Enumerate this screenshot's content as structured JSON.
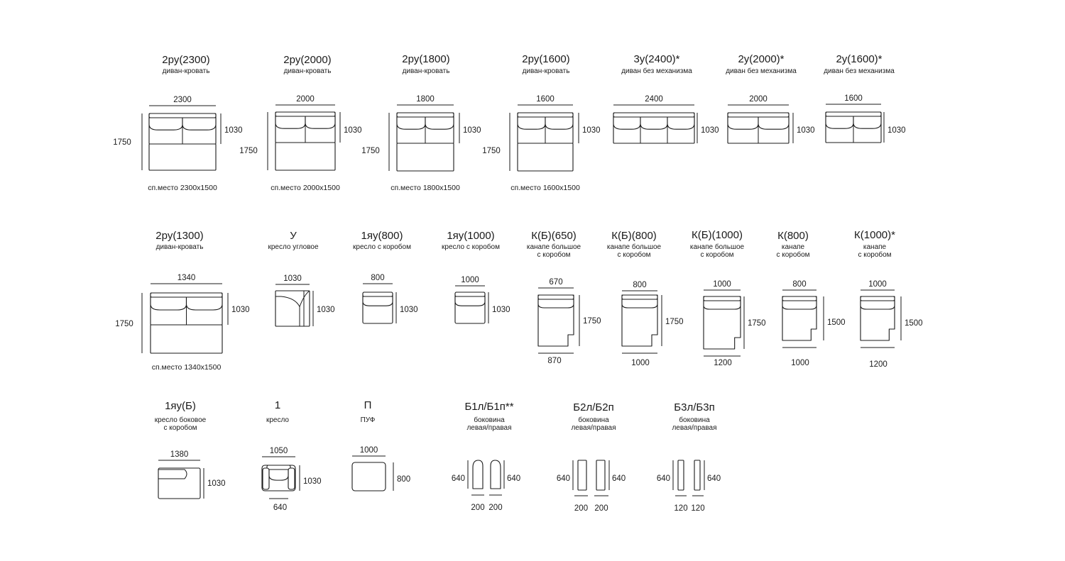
{
  "items": [
    {
      "id": "2ru-2300",
      "title": "2ру(2300)",
      "subtitle": [
        "диван-кровать"
      ],
      "shape": "sofa",
      "seats": 2,
      "bed": true,
      "w": "2300",
      "h": "1030",
      "total": "1750",
      "sleep": "сп.место 2300x1500"
    },
    {
      "id": "2ru-2000",
      "title": "2ру(2000)",
      "subtitle": [
        "диван-кровать"
      ],
      "shape": "sofa",
      "seats": 2,
      "bed": true,
      "w": "2000",
      "h": "1030",
      "total": "1750",
      "sleep": "сп.место 2000x1500"
    },
    {
      "id": "2ru-1800",
      "title": "2ру(1800)",
      "subtitle": [
        "диван-кровать"
      ],
      "shape": "sofa",
      "seats": 2,
      "bed": true,
      "w": "1800",
      "h": "1030",
      "total": "1750",
      "sleep": "сп.место 1800x1500"
    },
    {
      "id": "2ru-1600",
      "title": "2ру(1600)",
      "subtitle": [
        "диван-кровать"
      ],
      "shape": "sofa",
      "seats": 2,
      "bed": true,
      "w": "1600",
      "h": "1030",
      "total": "1750",
      "sleep": "сп.место 1600x1500"
    },
    {
      "id": "3u-2400",
      "title": "3у(2400)*",
      "subtitle": [
        "диван без механизма"
      ],
      "shape": "sofa",
      "seats": 3,
      "bed": false,
      "w": "2400",
      "h": "1030"
    },
    {
      "id": "2u-2000",
      "title": "2у(2000)*",
      "subtitle": [
        "диван без механизма"
      ],
      "shape": "sofa",
      "seats": 2,
      "bed": false,
      "w": "2000",
      "h": "1030"
    },
    {
      "id": "2u-1600",
      "title": "2у(1600)*",
      "subtitle": [
        "диван без механизма"
      ],
      "shape": "sofa",
      "seats": 2,
      "bed": false,
      "w": "1600",
      "h": "1030"
    },
    {
      "id": "2ru-1300",
      "title": "2ру(1300)",
      "subtitle": [
        "диван-кровать"
      ],
      "shape": "sofa",
      "seats": 2,
      "bed": true,
      "w": "1340",
      "h": "1030",
      "total": "1750",
      "sleep": "сп.место 1340x1500"
    },
    {
      "id": "u-corner",
      "title": "У",
      "subtitle": [
        "кресло угловое"
      ],
      "shape": "corner",
      "w": "1030",
      "h": "1030"
    },
    {
      "id": "1yau-800",
      "title": "1яу(800)",
      "subtitle": [
        "кресло с коробом"
      ],
      "shape": "module",
      "w": "800",
      "h": "1030"
    },
    {
      "id": "1yau-1000",
      "title": "1яу(1000)",
      "subtitle": [
        "кресло с коробом"
      ],
      "shape": "module",
      "w": "1000",
      "h": "1030"
    },
    {
      "id": "kb-650",
      "title": "К(Б)(650)",
      "subtitle": [
        "канапе большое",
        "с коробом"
      ],
      "shape": "chaise",
      "w": "670",
      "h": "1750",
      "w2": "870"
    },
    {
      "id": "kb-800",
      "title": "К(Б)(800)",
      "subtitle": [
        "канапе большое",
        "с коробом"
      ],
      "shape": "chaise",
      "w": "800",
      "h": "1750",
      "w2": "1000"
    },
    {
      "id": "kb-1000",
      "title": "К(Б)(1000)",
      "subtitle": [
        "канапе большое",
        "с коробом"
      ],
      "shape": "chaise",
      "w": "1000",
      "h": "1750",
      "w2": "1200"
    },
    {
      "id": "k-800",
      "title": "К(800)",
      "subtitle": [
        "канапе",
        "с коробом"
      ],
      "shape": "chaise",
      "w": "800",
      "h": "1500",
      "w2": "1000"
    },
    {
      "id": "k-1000",
      "title": "К(1000)*",
      "subtitle": [
        "канапе",
        "с коробом"
      ],
      "shape": "chaise",
      "w": "1000",
      "h": "1500",
      "w2": "1200"
    },
    {
      "id": "1yau-b",
      "title": "1яу(Б)",
      "subtitle": [
        "кресло боковое",
        "с коробом"
      ],
      "shape": "side",
      "w": "1380",
      "h": "1030"
    },
    {
      "id": "armchair-1",
      "title": "1",
      "subtitle": [
        "кресло"
      ],
      "shape": "armchair",
      "w": "1050",
      "h": "1030",
      "w2": "640"
    },
    {
      "id": "puf-p",
      "title": "П",
      "subtitle": [
        "ПУФ"
      ],
      "shape": "pouf",
      "w": "1000",
      "h": "800"
    },
    {
      "id": "b1",
      "title": "Б1л/Б1п**",
      "subtitle": [
        "боковина",
        "левая/правая"
      ],
      "shape": "armrest",
      "style": "rounded",
      "w": "200",
      "h": "640"
    },
    {
      "id": "b2",
      "title": "Б2л/Б2п",
      "subtitle": [
        "боковина",
        "левая/правая"
      ],
      "shape": "armrest",
      "style": "straight",
      "w": "200",
      "h": "640"
    },
    {
      "id": "b3",
      "title": "Б3л/Б3п",
      "subtitle": [
        "боковина",
        "левая/правая"
      ],
      "shape": "armrest",
      "style": "slim",
      "w": "120",
      "h": "640"
    }
  ]
}
